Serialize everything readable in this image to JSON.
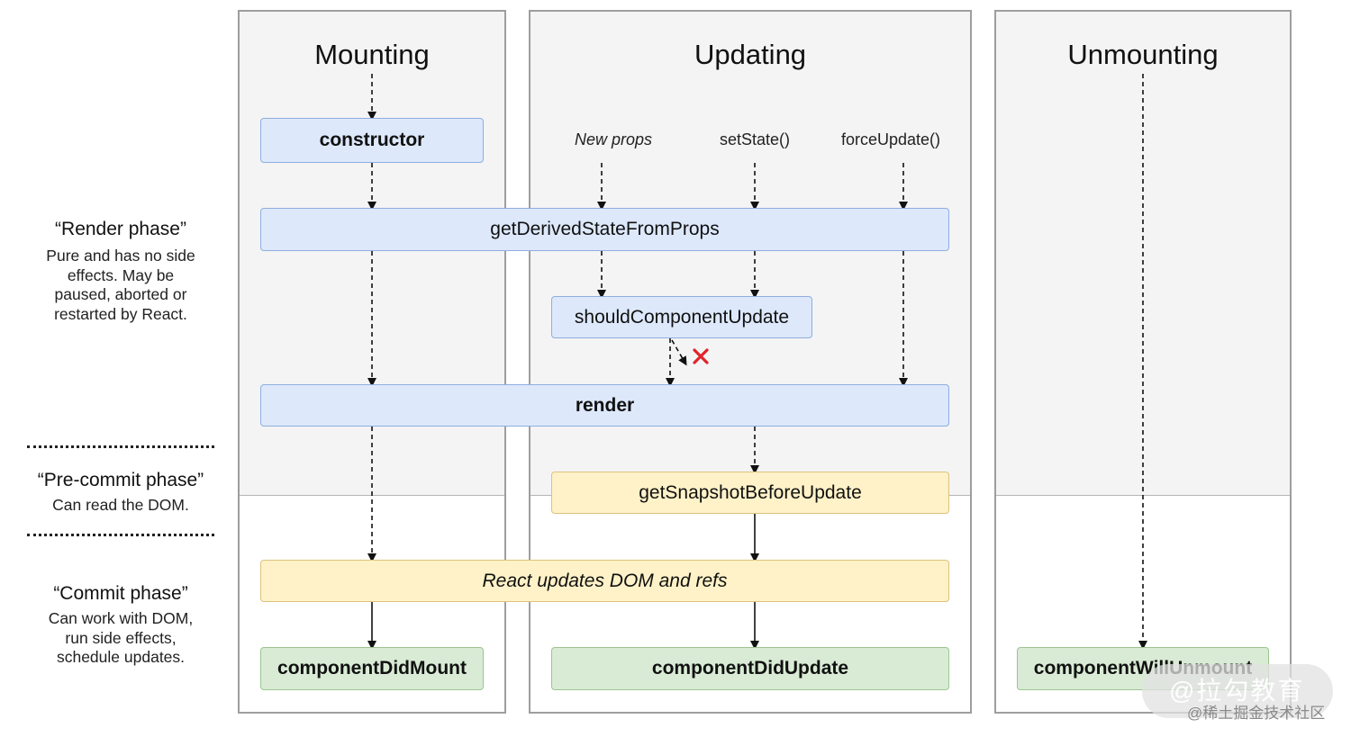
{
  "columns": {
    "mounting": "Mounting",
    "updating": "Updating",
    "unmounting": "Unmounting"
  },
  "phases": {
    "render": {
      "title": "“Render phase”",
      "lines": [
        "Pure and has no side",
        "effects. May be",
        "paused, aborted or",
        "restarted by React."
      ]
    },
    "precommit": {
      "title": "“Pre-commit phase”",
      "lines": [
        "Can read the DOM."
      ]
    },
    "commit": {
      "title": "“Commit phase”",
      "lines": [
        "Can work with DOM,",
        "run side effects,",
        "schedule updates."
      ]
    }
  },
  "triggers": {
    "new_props": "New props",
    "set_state": "setState()",
    "force_update": "forceUpdate()"
  },
  "methods": {
    "constructor": "constructor",
    "get_derived_state": "getDerivedStateFromProps",
    "should_component_update": "shouldComponentUpdate",
    "render": "render",
    "get_snapshot": "getSnapshotBeforeUpdate",
    "react_updates_dom": "React updates DOM and refs",
    "component_did_mount": "componentDidMount",
    "component_did_update": "componentDidUpdate",
    "component_will_unmount": "componentWillUnmount"
  },
  "watermark": {
    "main": "@拉勾教育",
    "sub": "@稀土掘金技术社区"
  },
  "colors": {
    "render_phase_box": "#dde8fb",
    "precommit_box": "#fff2c8",
    "commit_box": "#d9ebd5",
    "cancel_mark": "#e0242b"
  }
}
